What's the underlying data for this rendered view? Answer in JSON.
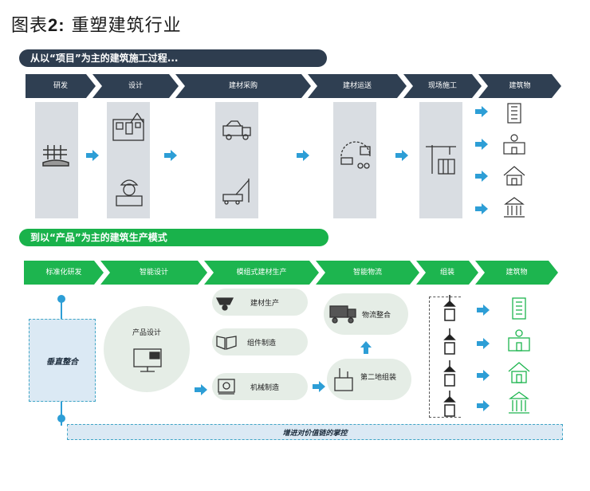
{
  "title_prefix": "图表",
  "title_num": "2:",
  "title_text": " 重塑建筑行业",
  "section1": {
    "label": "从以“项目”为主的建筑施工过程...",
    "steps": [
      "研发",
      "设计",
      "建材采购",
      "建材运送",
      "现场施工",
      "建筑物"
    ]
  },
  "section2": {
    "label": "到以“产品”为主的建筑生产模式",
    "steps": [
      "标准化研发",
      "智能设计",
      "模组式建材生产",
      "智能物流",
      "组装",
      "建筑物"
    ],
    "vertical_integration": "垂直整合",
    "product_design": "产品设计",
    "material_production": "建材生产",
    "component_manufacturing": "组件制造",
    "mechanical_manufacturing": "机械制造",
    "logistics_integration": "物流整合",
    "second_site_assembly": "第二地组装",
    "value_chain_control": "增进对价值链的掌控"
  },
  "colors": {
    "dark": "#2f3f52",
    "green": "#1db54f",
    "arrow_blue": "#2d9ed6"
  }
}
